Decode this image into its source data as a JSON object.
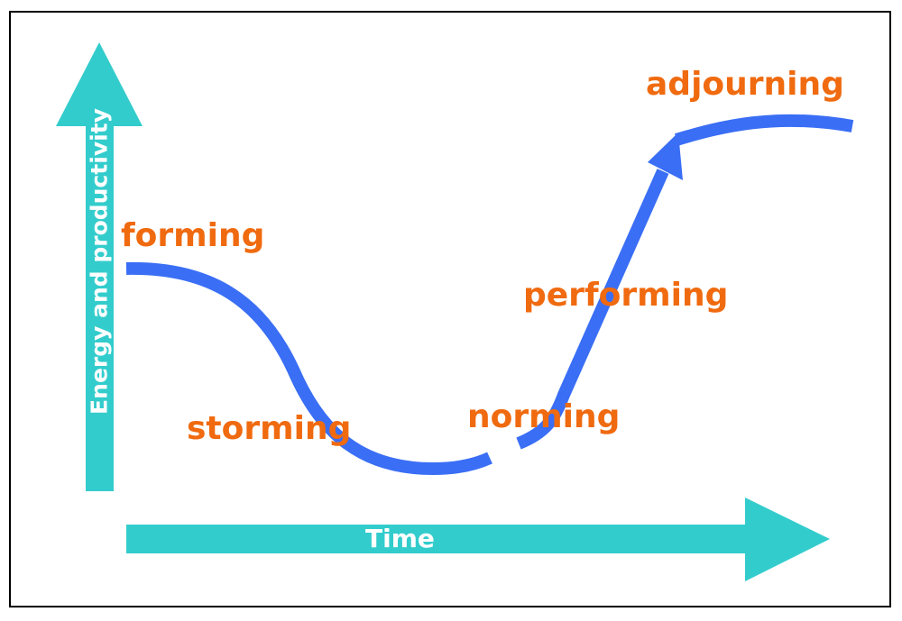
{
  "colors": {
    "axis": "#33cccc",
    "curve": "#3a6ef5",
    "stage_text": "#f06a0f",
    "axis_text": "#ffffff",
    "frame": "#000000"
  },
  "axes": {
    "x_label": "Time",
    "y_label": "Energy and productivity"
  },
  "stages": {
    "forming": "forming",
    "storming": "storming",
    "norming": "norming",
    "performing": "performing",
    "adjourning": "adjourning"
  }
}
